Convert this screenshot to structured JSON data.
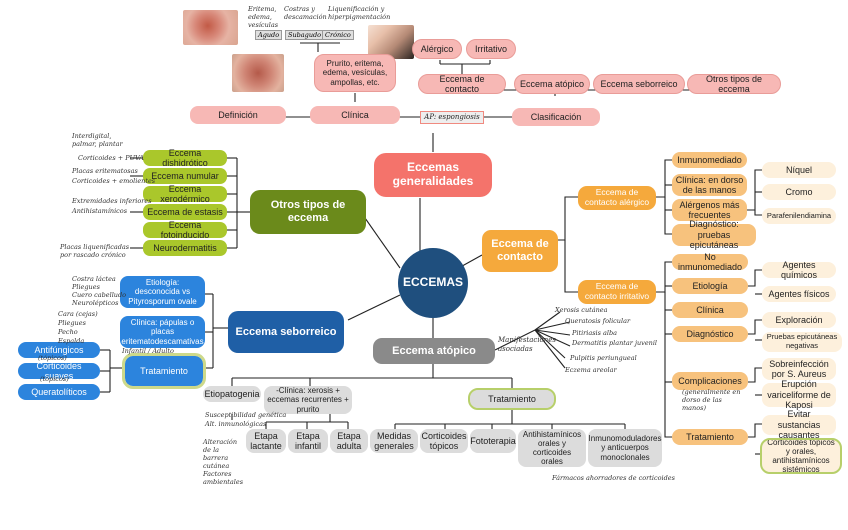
{
  "center": "ECCEMAS",
  "top": {
    "title": "Eccemas generalidades",
    "definicion": "Definición",
    "clinica": "Clínica",
    "clinica_detail": "Prurito, eritema, edema, vesículas, ampollas, etc.",
    "clasificacion": "Clasificación",
    "ap_note": "AP: espongiosis",
    "class_items": [
      "Eccema de contacto",
      "Eccema atópico",
      "Eccema seborreico",
      "Otros tipos de eccema"
    ],
    "contacto_sub": [
      "Alérgico",
      "Irritativo"
    ],
    "phases": [
      "Agudo",
      "Subagudo",
      "Crónico"
    ],
    "phase_notes": [
      "Eritema, edema, vesículas",
      "Costras y descamación",
      "Liquenificación y hiperpigmentación"
    ]
  },
  "contacto": {
    "title": "Eccema de contacto",
    "alergico": "Eccema de contacto alérgico",
    "irritativo": "Eccema de contacto irritativo",
    "alergico_items": [
      "Inmunomediado",
      "Clínica: en dorso de las manos",
      "Alérgenos más frecuentes",
      "Diagnóstico: pruebas epicutáneas"
    ],
    "alergenos": [
      "Níquel",
      "Cromo",
      "Parafenilendiamina"
    ],
    "irritativo_items": [
      "No inmunomediado",
      "Etiología",
      "Clínica",
      "Diagnóstico",
      "Complicaciones",
      "Tratamiento"
    ],
    "etiologia": [
      "Agentes químicos",
      "Agentes físicos"
    ],
    "diagnostico": [
      "Exploración",
      "Pruebas epicutáneas negativas"
    ],
    "complicaciones": [
      "Sobreinfección por S. Aureus",
      "Erupción variceliforme de Kaposi"
    ],
    "complicaciones_note": "(generalmente en dorso de las manos)",
    "tratamiento": [
      "Evitar sustancias causantes",
      "Corticoides tópicos y orales, antihistamínicos sistémicos"
    ]
  },
  "otros": {
    "title": "Otros tipos de eccema",
    "items": [
      "Eccema dishidrótico",
      "Eccema numular",
      "Eccema xerodérmico",
      "Eccema de estasis",
      "Eccema fotoinducido",
      "Neurodermatitis"
    ],
    "notes": [
      "Interdigital, palmar, plantar",
      "Corticoides + PUVA",
      "Placas eritematosas",
      "Corticoides + emolientes",
      "Extremidades inferiores",
      "Antihistamínicos",
      "Placas liquenificadas por rascado crónico"
    ]
  },
  "seborreico": {
    "title": "Eccema seborreico",
    "etiologia": "Etiología: desconocida vs Pityrosporum ovale",
    "clinica": "Clínica: pápulas o placas eritematodescamativas",
    "tratamiento": "Tratamiento",
    "trat_items": [
      "Antifúngicos",
      "Corticoides suaves",
      "Queratolíticos"
    ],
    "trat_notes": [
      "(tópicos)",
      "(tópicos)"
    ],
    "notes": [
      "Costra láctea",
      "Pliegues",
      "Cuero cabelludo",
      "Neurolépticos",
      "Cara (cejas)",
      "Pliegues",
      "Pecho",
      "Espalda",
      "Infantil / Adulto"
    ]
  },
  "atopico": {
    "title": "Eccema atópico",
    "etiopatogenia": "Etiopatogenia",
    "clinica": "-Clínica: xerosis + eccemas recurrentes + prurito",
    "etapas": [
      "Etapa lactante",
      "Etapa infantil",
      "Etapa adulta"
    ],
    "tratamiento": "Tratamiento",
    "trat_items": [
      "Medidas generales",
      "Corticoides tópicos",
      "Fototerapia",
      "Antihistamínicos orales y corticoides orales",
      "Inmunomoduladores y anticuerpos monoclonales"
    ],
    "notes": [
      "Xerosis cutánea",
      "Queratosis folicular",
      "Pitiriasis alba",
      "Dermatitis plantar juvenil",
      "Pulpitis periungueal",
      "Eczema areolar",
      "Manifestaciones asociadas",
      "Fármacos ahorradores de corticoides"
    ],
    "etiopat_notes": [
      "Susceptibilidad genética",
      "Alt. inmunológicas",
      "Alteración de la barrera cutánea",
      "Factores ambientales"
    ]
  }
}
